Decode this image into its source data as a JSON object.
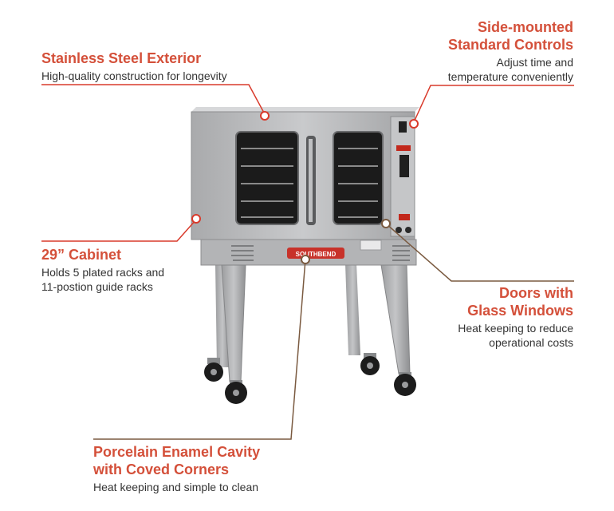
{
  "colors": {
    "title": "#d4503a",
    "line_red": "#d93a2b",
    "line_brown": "#7a5a40",
    "steel": "#b5b6b8",
    "glass": "#1b1b1b"
  },
  "callouts": {
    "exterior": {
      "title": "Stainless Steel Exterior",
      "desc": "High-quality construction for longevity"
    },
    "controls": {
      "title_line1": "Side-mounted",
      "title_line2": "Standard Controls",
      "desc_line1": "Adjust time and",
      "desc_line2": "temperature conveniently"
    },
    "cabinet": {
      "title": "29” Cabinet",
      "desc_line1": "Holds 5 plated racks and",
      "desc_line2": "11-postion guide racks"
    },
    "doors": {
      "title_line1": "Doors with",
      "title_line2": "Glass Windows",
      "desc_line1": "Heat keeping to reduce",
      "desc_line2": "operational costs"
    },
    "cavity": {
      "title_line1": "Porcelain Enamel Cavity",
      "title_line2": "with Coved Corners",
      "desc": "Heat keeping and simple to clean"
    }
  },
  "oven": {
    "brand_plate": "SOUTHBEND",
    "icons": [
      "convection-oven-image",
      "caster-wheel-icon",
      "control-knob-icon",
      "vent-louver-icon"
    ]
  }
}
